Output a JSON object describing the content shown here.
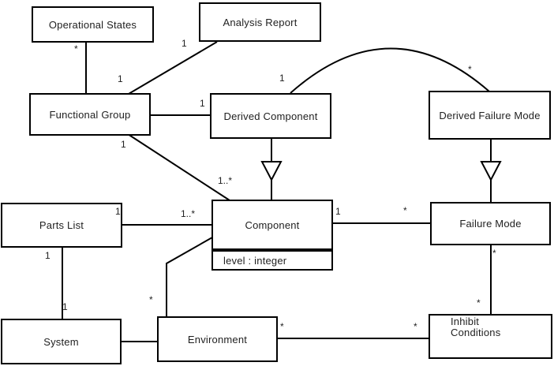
{
  "diagram": {
    "type": "uml-class-diagram",
    "background_color": "#ffffff",
    "line_color": "#000000"
  },
  "classes": [
    {
      "name": "Operational States"
    },
    {
      "name": "Analysis Report"
    },
    {
      "name": "Functional Group"
    },
    {
      "name": "Derived Component"
    },
    {
      "name": "Derived Failure Mode"
    },
    {
      "name": "Parts List"
    },
    {
      "name": "Component",
      "attributes": [
        "level : integer"
      ]
    },
    {
      "name": "Failure Mode"
    },
    {
      "name": "System"
    },
    {
      "name": "Environment"
    },
    {
      "name": "Inhibit\nConditions"
    }
  ],
  "associations": [
    {
      "from": "Operational States",
      "to": "Functional Group",
      "from_mult": "*",
      "to_mult": "1"
    },
    {
      "from": "Analysis Report",
      "to": "Functional Group",
      "from_mult": "1"
    },
    {
      "from": "Functional Group",
      "to": "Derived Component",
      "to_mult": "1"
    },
    {
      "from": "Derived Component",
      "to": "Derived Failure Mode",
      "from_mult": "1",
      "to_mult": "*",
      "shape": "arc"
    },
    {
      "from": "Functional Group",
      "to": "Component",
      "from_mult": "1",
      "to_mult": "1..*"
    },
    {
      "from": "Parts List",
      "to": "Component",
      "from_mult": "1",
      "to_mult": "1..*"
    },
    {
      "from": "Component",
      "to": "Failure Mode",
      "from_mult": "1",
      "to_mult": "*"
    },
    {
      "from": "Failure Mode",
      "to": "Inhibit Conditions",
      "from_mult": "*",
      "to_mult": "*"
    },
    {
      "from": "Parts List",
      "to": "System",
      "from_mult": "1",
      "to_mult": "1"
    },
    {
      "from": "System",
      "to": "Environment"
    },
    {
      "from": "Environment",
      "to": "Component",
      "from_mult": "*"
    },
    {
      "from": "Environment",
      "to": "Inhibit Conditions",
      "from_mult": "*",
      "to_mult": "*"
    },
    {
      "from": "Derived Component",
      "to": "Component",
      "type": "generalization"
    },
    {
      "from": "Derived Failure Mode",
      "to": "Failure Mode",
      "type": "generalization"
    }
  ]
}
